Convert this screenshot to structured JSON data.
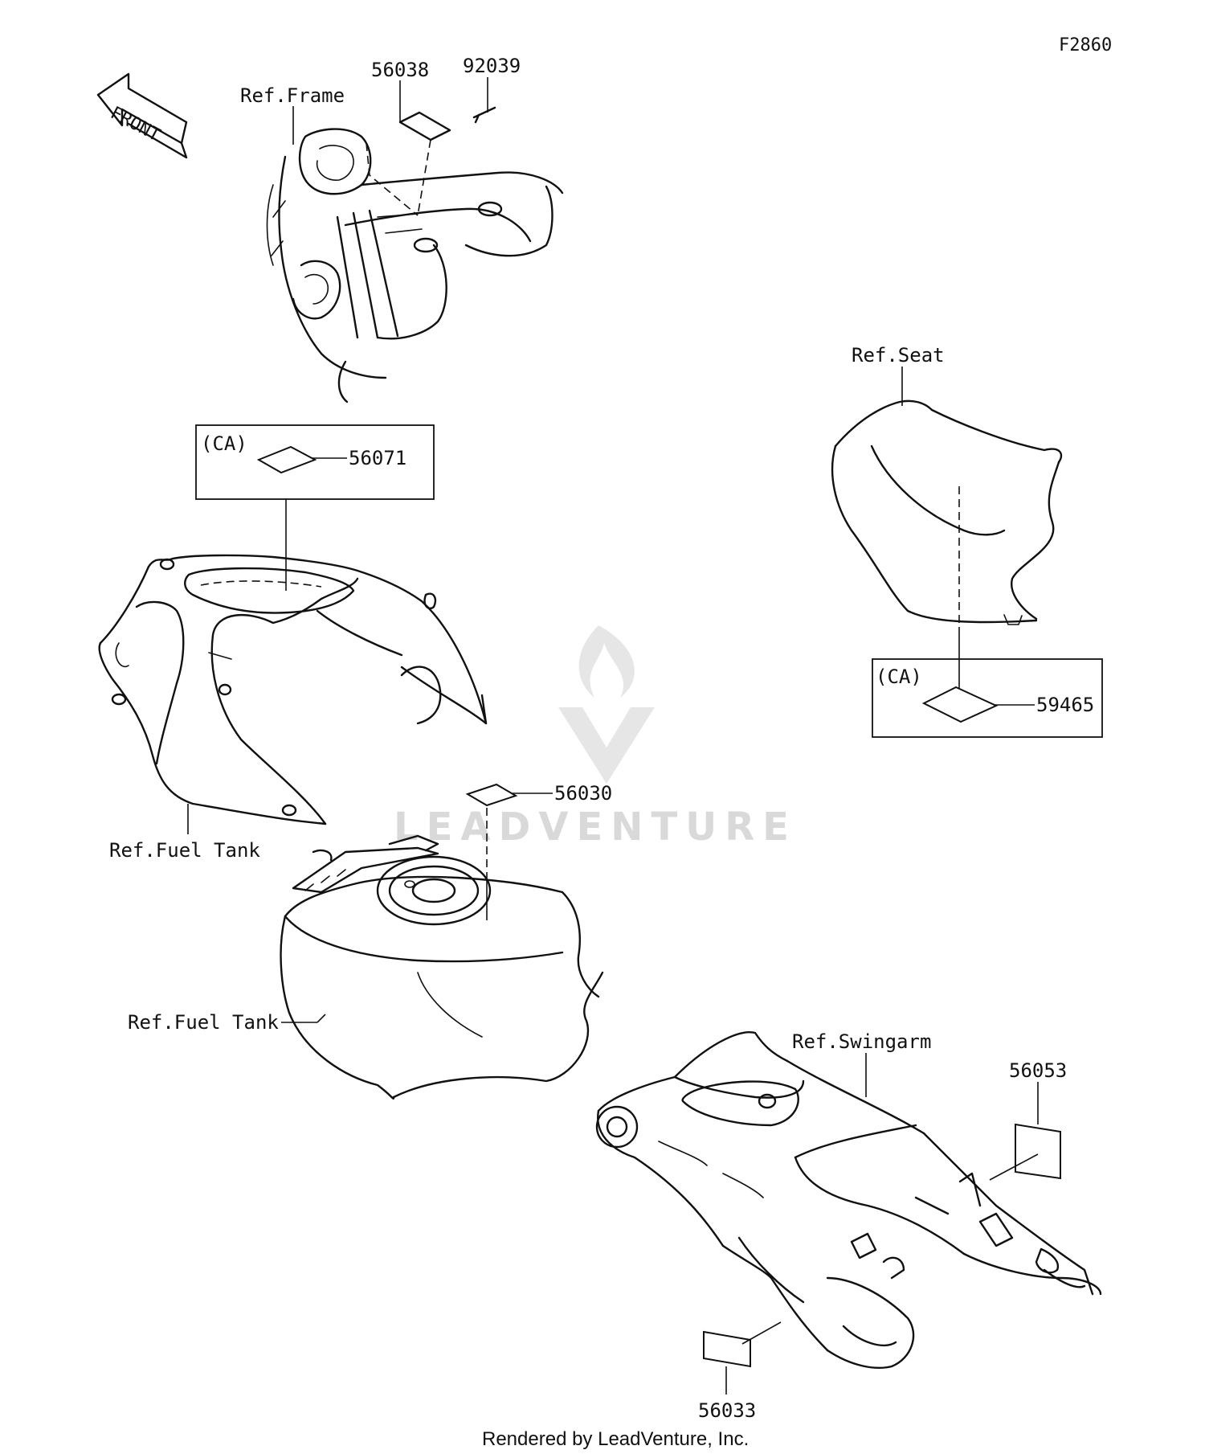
{
  "diagram": {
    "code": "F2860",
    "front_arrow_label": "FRONT",
    "footer": "Rendered by LeadVenture, Inc.",
    "watermark": "LEADVENTURE",
    "ref_labels": {
      "frame": "Ref.Frame",
      "seat": "Ref.Seat",
      "fuel_tank_cover": "Ref.Fuel Tank",
      "fuel_tank": "Ref.Fuel Tank",
      "swingarm": "Ref.Swingarm"
    },
    "parts": {
      "p56038": "56038",
      "p92039": "92039",
      "p56071": "56071",
      "p59465": "59465",
      "p56030": "56030",
      "p56053": "56053",
      "p56033": "56033"
    },
    "ca_label_1": "(CA)",
    "ca_label_2": "(CA)"
  }
}
